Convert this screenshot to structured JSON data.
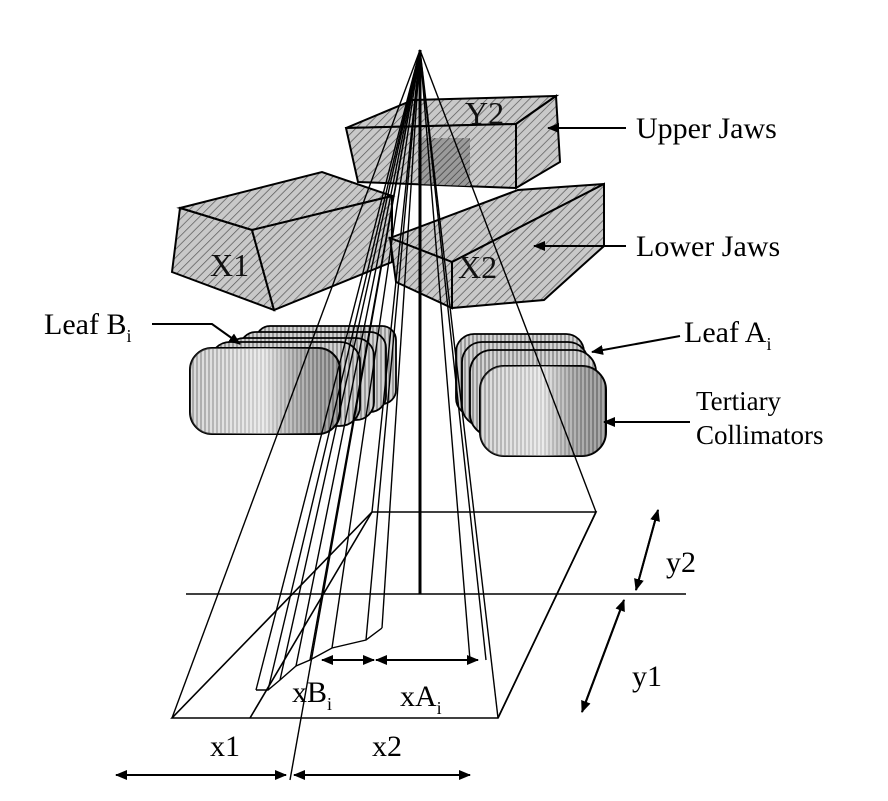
{
  "labels": {
    "upper_jaws": "Upper Jaws",
    "lower_jaws": "Lower Jaws",
    "leaf_b_main": "Leaf B",
    "leaf_b_sub": "i",
    "leaf_a_main": "Leaf A",
    "leaf_a_sub": "i",
    "tertiary_line1": "Tertiary",
    "tertiary_line2": "Collimators",
    "x1_box": "X1",
    "x2_box": "X2",
    "y2_box": "Y2",
    "dim_y2": "y2",
    "dim_y1": "y1",
    "dim_x1": "x1",
    "dim_x2": "x2",
    "dim_xb_main": "xB",
    "dim_xb_sub": "i",
    "dim_xa_main": "xA",
    "dim_xa_sub": "i"
  }
}
